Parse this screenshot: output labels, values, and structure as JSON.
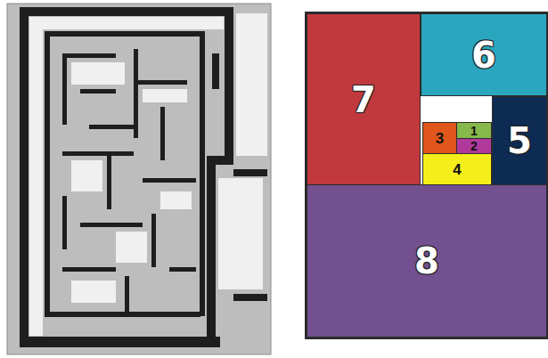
{
  "diagram": {
    "nodes": [
      {
        "text": [
          "7"
        ]
      },
      {
        "text": [
          "6"
        ]
      },
      {
        "text": [
          "3"
        ]
      },
      {
        "text": [
          "1"
        ]
      },
      {
        "text": [
          "5"
        ]
      },
      {
        "text": [
          "2"
        ]
      },
      {
        "text": [
          "4"
        ]
      },
      {
        "text": [
          "8"
        ]
      }
    ]
  }
}
